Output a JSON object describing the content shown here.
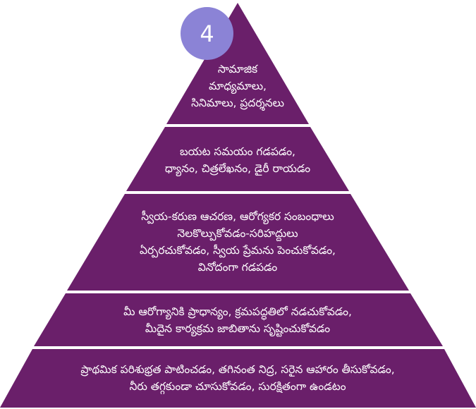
{
  "colors": {
    "tier": "#6a1f6a",
    "badge": "#8b83d6",
    "text": "#ffffff",
    "background": "#ffffff"
  },
  "badge": {
    "number": "4"
  },
  "tiers": [
    {
      "lines": [
        "సామాజిక",
        "మాధ్యమాలు,",
        "సినిమాలు, ప్రదర్శనలు"
      ]
    },
    {
      "lines": [
        "బయట సమయం గడపడం,",
        "ధ్యానం, చిత్రలేఖనం, డైరీ రాయడం"
      ]
    },
    {
      "lines": [
        "స్వీయ-కరుణ ఆచరణ, ఆరోగ్యకర సంబంధాలు",
        "నెలకొల్పుకోవడం-సరిహద్దులు",
        "ఏర్పరచుకోవడం, స్వీయ ప్రేమను పెంచుకోవడం,",
        "వినోదంగా గడపడం"
      ]
    },
    {
      "lines": [
        "మీ ఆరోగ్యానికి ప్రాధాన్యం, క్రమపద్ధతిలో నడచుకోవడం,",
        "మీదైన కార్యక్రమ జాబితాను సృష్టించుకోవడం"
      ]
    },
    {
      "lines": [
        "ప్రాథమిక పరిశుభ్రత పాటించడం, తగినంత నిద్ర, సరైన ఆహారం తీసుకోవడం,",
        "నీరు తగ్గకుండా చూసుకోవడం, సురక్షితంగా ఉండటం"
      ]
    }
  ]
}
